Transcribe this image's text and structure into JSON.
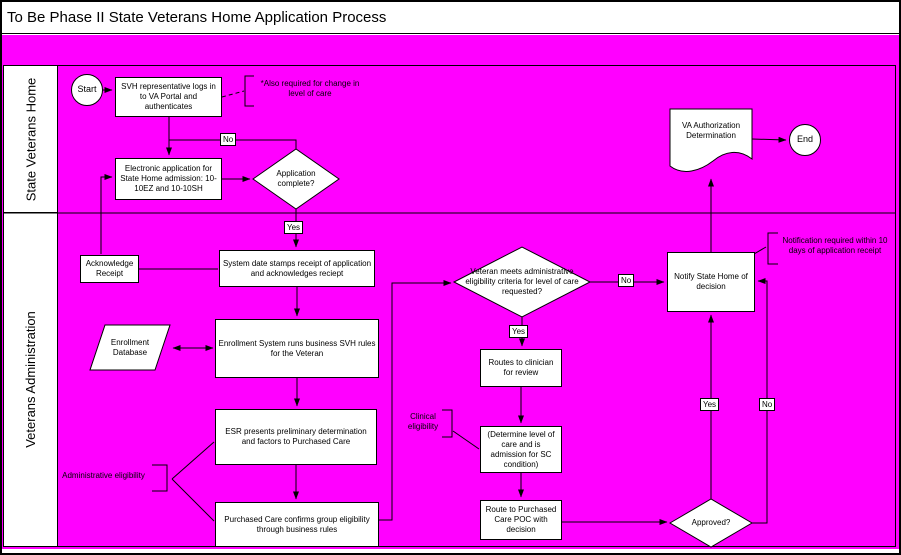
{
  "title": "To Be Phase II State Veterans Home Application Process",
  "lanes": [
    {
      "label": "State Veterans Home"
    },
    {
      "label": "Veterans Administration"
    }
  ],
  "nodes": {
    "start": "Start",
    "svh_login": "SVH representative logs in to VA Portal and authenticates",
    "electronic_app": "Electronic application for State Home admission: 10-10EZ and 10-10SH",
    "app_complete": "Application complete?",
    "acknowledge_receipt": "Acknowledge Receipt",
    "date_stamp": "System date stamps receipt of application and acknowledges reciept",
    "enrollment_db": "Enrollment Database",
    "enrollment_system": "Enrollment System runs business SVH rules for the Veteran",
    "esr_preliminary": "ESR presents preliminary determination and factors to Purchased Care",
    "purchased_care_confirms": "Purchased Care confirms group eligibility through business rules",
    "veteran_meets": "Veteran meets administrative eligibility criteria for level of care requested?",
    "routes_clinician": "Routes to clinician for review",
    "determine_level": "(Determine level of care and is admission for SC condition)",
    "route_poc": "Route to Purchased Care POC with decision",
    "notify_state_home": "Notify State Home of decision",
    "va_authorization": "VA Authorization Determination",
    "approved": "Approved?",
    "end": "End"
  },
  "annotations": {
    "also_required": "*Also required for change in level of care",
    "administrative_eligibility": "Administrative eligibility",
    "clinical_eligibility": "Clinical eligibility",
    "notification_required": "Notification required within 10 days of application receipt"
  },
  "labels": {
    "yes": "Yes",
    "no": "No"
  },
  "colors": {
    "background": "#FF00FF",
    "shape_fill": "#FFFFFF",
    "line": "#000000"
  }
}
